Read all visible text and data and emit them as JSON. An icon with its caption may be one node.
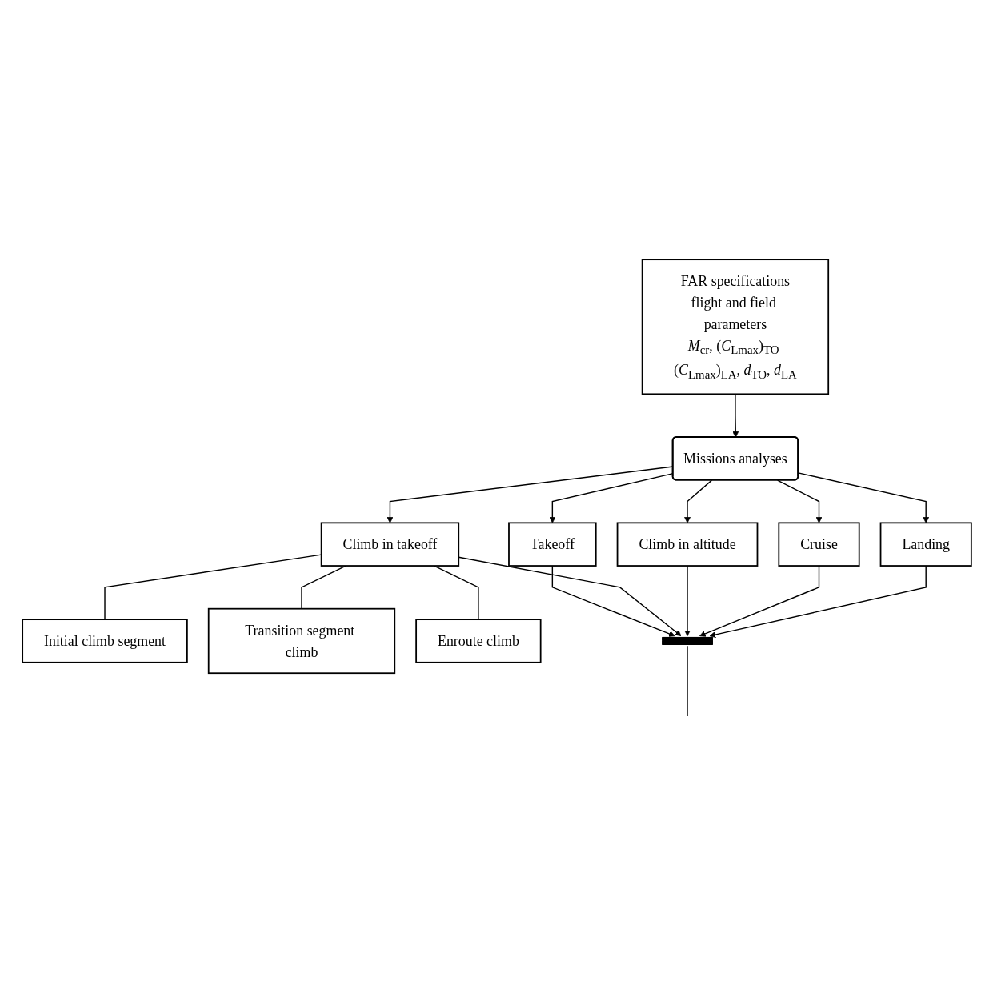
{
  "diagram": {
    "nodes": [
      {
        "text": [
          "FAR specifications",
          "flight and field parameters",
          "*M*$_{cr}$, (*C*$_{Lmax}$)$_{TO}$ (*C*$_{Lmax}$)$_{LA}$, *d*$_{TO}$, *d*$_{LA}$"
        ]
      },
      {
        "text": [
          "Missions analyses"
        ]
      },
      {
        "text": [
          "Takeoff"
        ]
      },
      {
        "text": [
          "Climb in takeoff"
        ]
      },
      {
        "text": [
          "Initial climb segment"
        ]
      },
      {
        "text": [
          "Transition segment climb"
        ]
      },
      {
        "text": [
          "Enroute climb"
        ]
      },
      {
        "text": [
          "Climb in altitude"
        ]
      },
      {
        "text": [
          "Cruise"
        ]
      },
      {
        "text": [
          "Landing"
        ]
      },
      {
        "text": [],
        "shape": "bar"
      }
    ],
    "edges": [
      {
        "from": 0,
        "to": 1,
        "arrow": "to"
      },
      {
        "from": 1,
        "to": 2,
        "arrow": "to"
      },
      {
        "from": 1,
        "to": 3,
        "arrow": "to"
      },
      {
        "from": 1,
        "to": 7,
        "arrow": "to"
      },
      {
        "from": 1,
        "to": 8,
        "arrow": "to"
      },
      {
        "from": 1,
        "to": 9,
        "arrow": "to"
      },
      {
        "from": 3,
        "to": 4,
        "arrow": "none"
      },
      {
        "from": 3,
        "to": 5,
        "arrow": "none"
      },
      {
        "from": 3,
        "to": 6,
        "arrow": "none"
      },
      {
        "from": 2,
        "to": 10,
        "arrow": "to"
      },
      {
        "from": 3,
        "to": 10,
        "arrow": "to"
      },
      {
        "from": 7,
        "to": 10,
        "arrow": "to"
      },
      {
        "from": 8,
        "to": 10,
        "arrow": "to"
      },
      {
        "from": 9,
        "to": 10,
        "arrow": "to"
      },
      {
        "from": 10,
        "to": null,
        "arrow": "none"
      }
    ]
  }
}
